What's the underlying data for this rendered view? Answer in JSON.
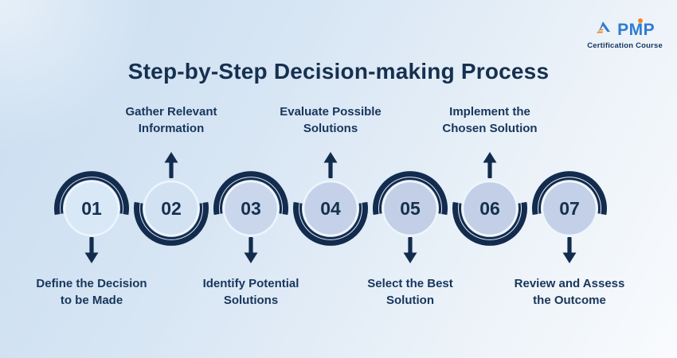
{
  "logo": {
    "brand": "PMP",
    "subtitle": "Certification Course",
    "brand_color": "#2e7cd1",
    "accent_color": "#f2862c"
  },
  "title": "Step-by-Step Decision-making Process",
  "colors": {
    "navy": "#132c4e",
    "label_text": "#17365c",
    "circle_ring": "#eef5fc",
    "background_start": "#c9ddf0",
    "background_end": "#f9fbfd"
  },
  "steps": [
    {
      "number": "01",
      "label": "Define the Decision\nto be Made",
      "label_position": "below",
      "fill": "#d9e8f7"
    },
    {
      "number": "02",
      "label": "Gather Relevant\nInformation",
      "label_position": "above",
      "fill": "#d2e2f3"
    },
    {
      "number": "03",
      "label": "Identify Potential\nSolutions",
      "label_position": "below",
      "fill": "#cad6ec"
    },
    {
      "number": "04",
      "label": "Evaluate Possible\nSolutions",
      "label_position": "above",
      "fill": "#c5d1e8"
    },
    {
      "number": "05",
      "label": "Select the Best\nSolution",
      "label_position": "below",
      "fill": "#c2cfe7"
    },
    {
      "number": "06",
      "label": "Implement the\nChosen Solution",
      "label_position": "above",
      "fill": "#c2cfe7"
    },
    {
      "number": "07",
      "label": "Review and Assess\nthe Outcome",
      "label_position": "below",
      "fill": "#c3d0e7"
    }
  ]
}
